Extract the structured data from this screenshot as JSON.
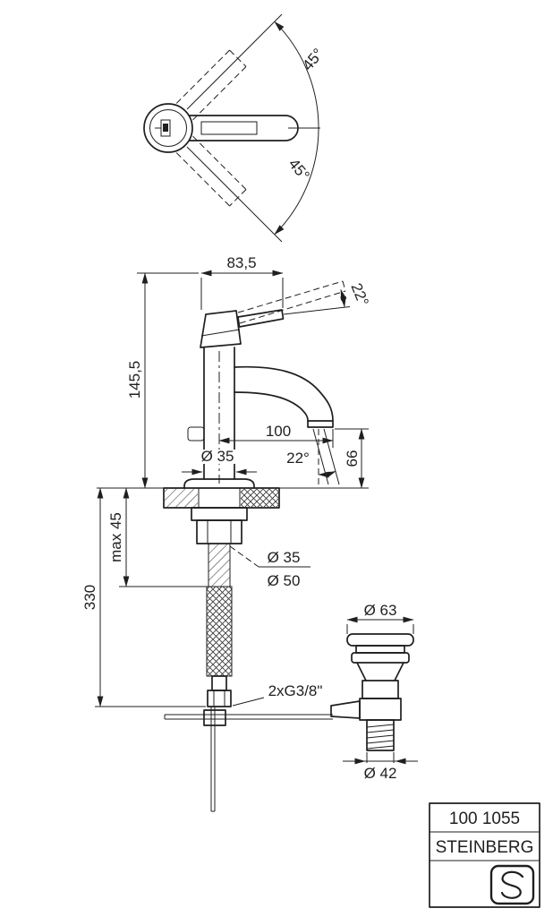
{
  "drawing": {
    "top_view": {
      "swivel_angle_upper": "45°",
      "swivel_angle_lower": "45°"
    },
    "front_view": {
      "lever_length": "83,5",
      "lever_lift_angle": "22°",
      "total_height": "145,5",
      "spout_reach": "100",
      "spout_outlet_height": "66",
      "body_diameter": "Ø 35",
      "stream_angle": "22°",
      "max_mounting_thickness": "max 45",
      "hose_length": "330",
      "shank_diameter": "Ø 35",
      "hole_diameter": "Ø 50",
      "connection_thread": "2xG3/8\""
    },
    "drain": {
      "top_diameter": "Ø 63",
      "bottom_diameter": "Ø 42"
    }
  },
  "title_block": {
    "article_number": "100 1055",
    "brand": "STEINBERG"
  },
  "colors": {
    "line": "#1f1f1f",
    "background": "#ffffff"
  }
}
